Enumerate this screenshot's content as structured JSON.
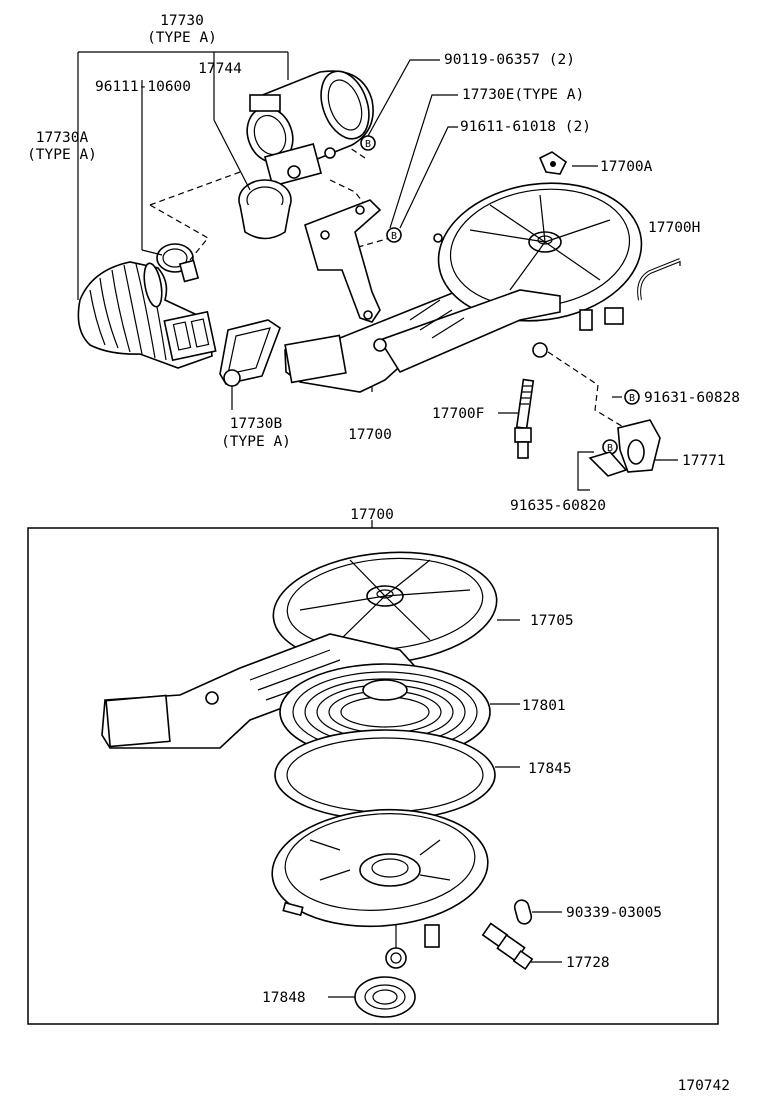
{
  "labels": {
    "l_17730": "17730",
    "l_17730_type": "(TYPE A)",
    "l_17744": "17744",
    "l_96111": "96111-10600",
    "l_17730a": "17730A",
    "l_17730a_type": "(TYPE A)",
    "l_90119": "90119-06357 (2)",
    "l_17730e": "17730E(TYPE A)",
    "l_91611": "91611-61018 (2)",
    "l_17700a": "17700A",
    "l_17700h": "17700H",
    "l_17730b": "17730B",
    "l_17730b_type": "(TYPE A)",
    "l_17700_top": "17700",
    "l_17700f": "17700F",
    "l_91631": "91631-60828",
    "l_17771": "17771",
    "l_91635": "91635-60820",
    "l_17700_box": "17700",
    "l_17705": "17705",
    "l_17801": "17801",
    "l_17845": "17845",
    "l_90339": "90339-03005",
    "l_17728": "17728",
    "l_17848": "17848",
    "l_drawing_no": "170742"
  },
  "markers": {
    "bolt_letter": "B"
  }
}
